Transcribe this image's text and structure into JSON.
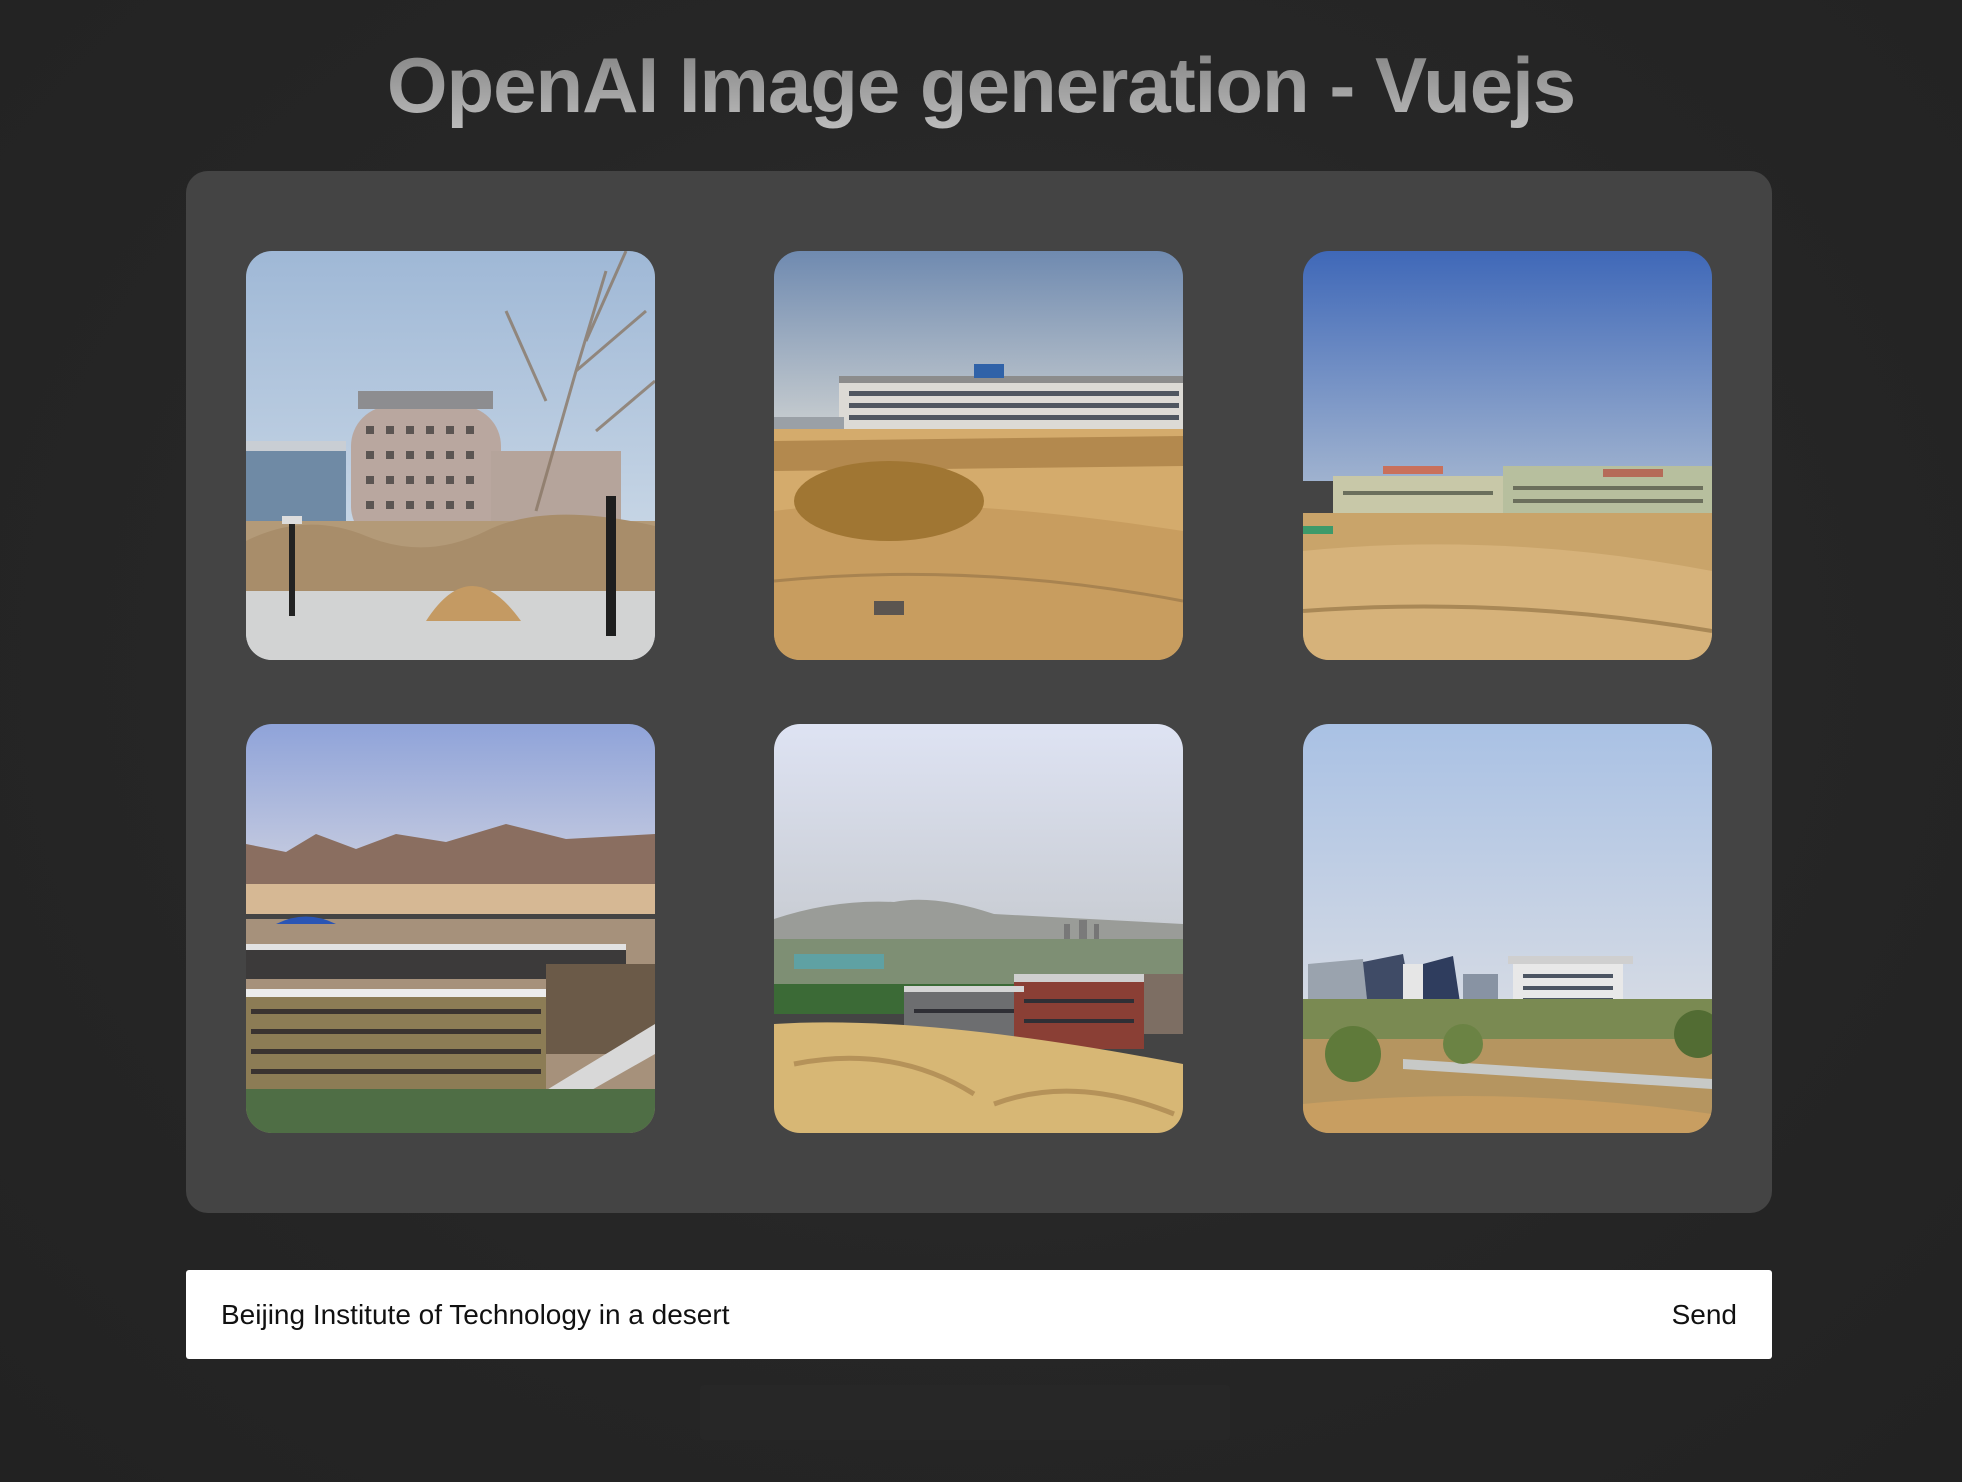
{
  "header": {
    "title": "OpenAI Image generation - Vuejs"
  },
  "gallery": {
    "images": [
      {
        "subject": "campus-round-building"
      },
      {
        "subject": "desert-long-building"
      },
      {
        "subject": "distant-campus-blue-sky"
      },
      {
        "subject": "aerial-campus-mountains"
      },
      {
        "subject": "aerial-campus-dunes"
      },
      {
        "subject": "modern-buildings-shrubland"
      }
    ]
  },
  "prompt": {
    "value": "Beijing Institute of Technology in a desert",
    "placeholder": "",
    "send_label": "Send"
  }
}
